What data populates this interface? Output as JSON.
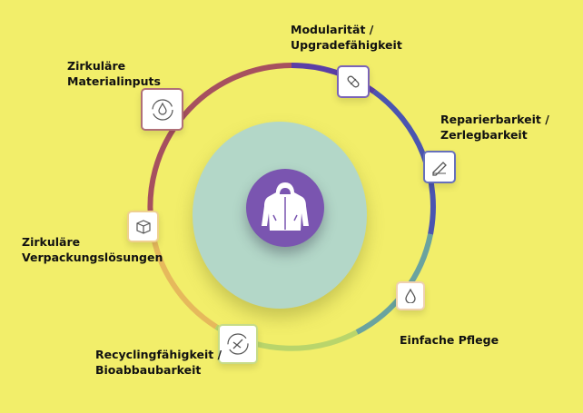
{
  "center": {
    "icon": "jacket-icon"
  },
  "items": [
    {
      "label_1": "Modularität /",
      "label_2": "Upgradefähigkeit",
      "icon": "pill-icon",
      "color": "#5a3fa6"
    },
    {
      "label_1": "Reparierbarkeit /",
      "label_2": "Zerlegbarkeit",
      "icon": "ruler-pencil-icon",
      "color": "#4b55b0"
    },
    {
      "label_1": "Einfache Pflege",
      "icon": "drop-icon",
      "color": "#6aa39f"
    },
    {
      "label_1": "Recyclingfähigkeit /",
      "label_2": "Bioabbaubarkeit",
      "icon": "scissors-recycle-icon",
      "color": "#b9d56b"
    },
    {
      "label_1": "Zirkuläre",
      "label_2": "Verpackungslösungen",
      "icon": "box-icon",
      "color": "#e6b95c"
    },
    {
      "label_1": "Zirkuläre",
      "label_2": "Materialinputs",
      "icon": "drop-cycle-icon",
      "color": "#a6505f"
    }
  ]
}
